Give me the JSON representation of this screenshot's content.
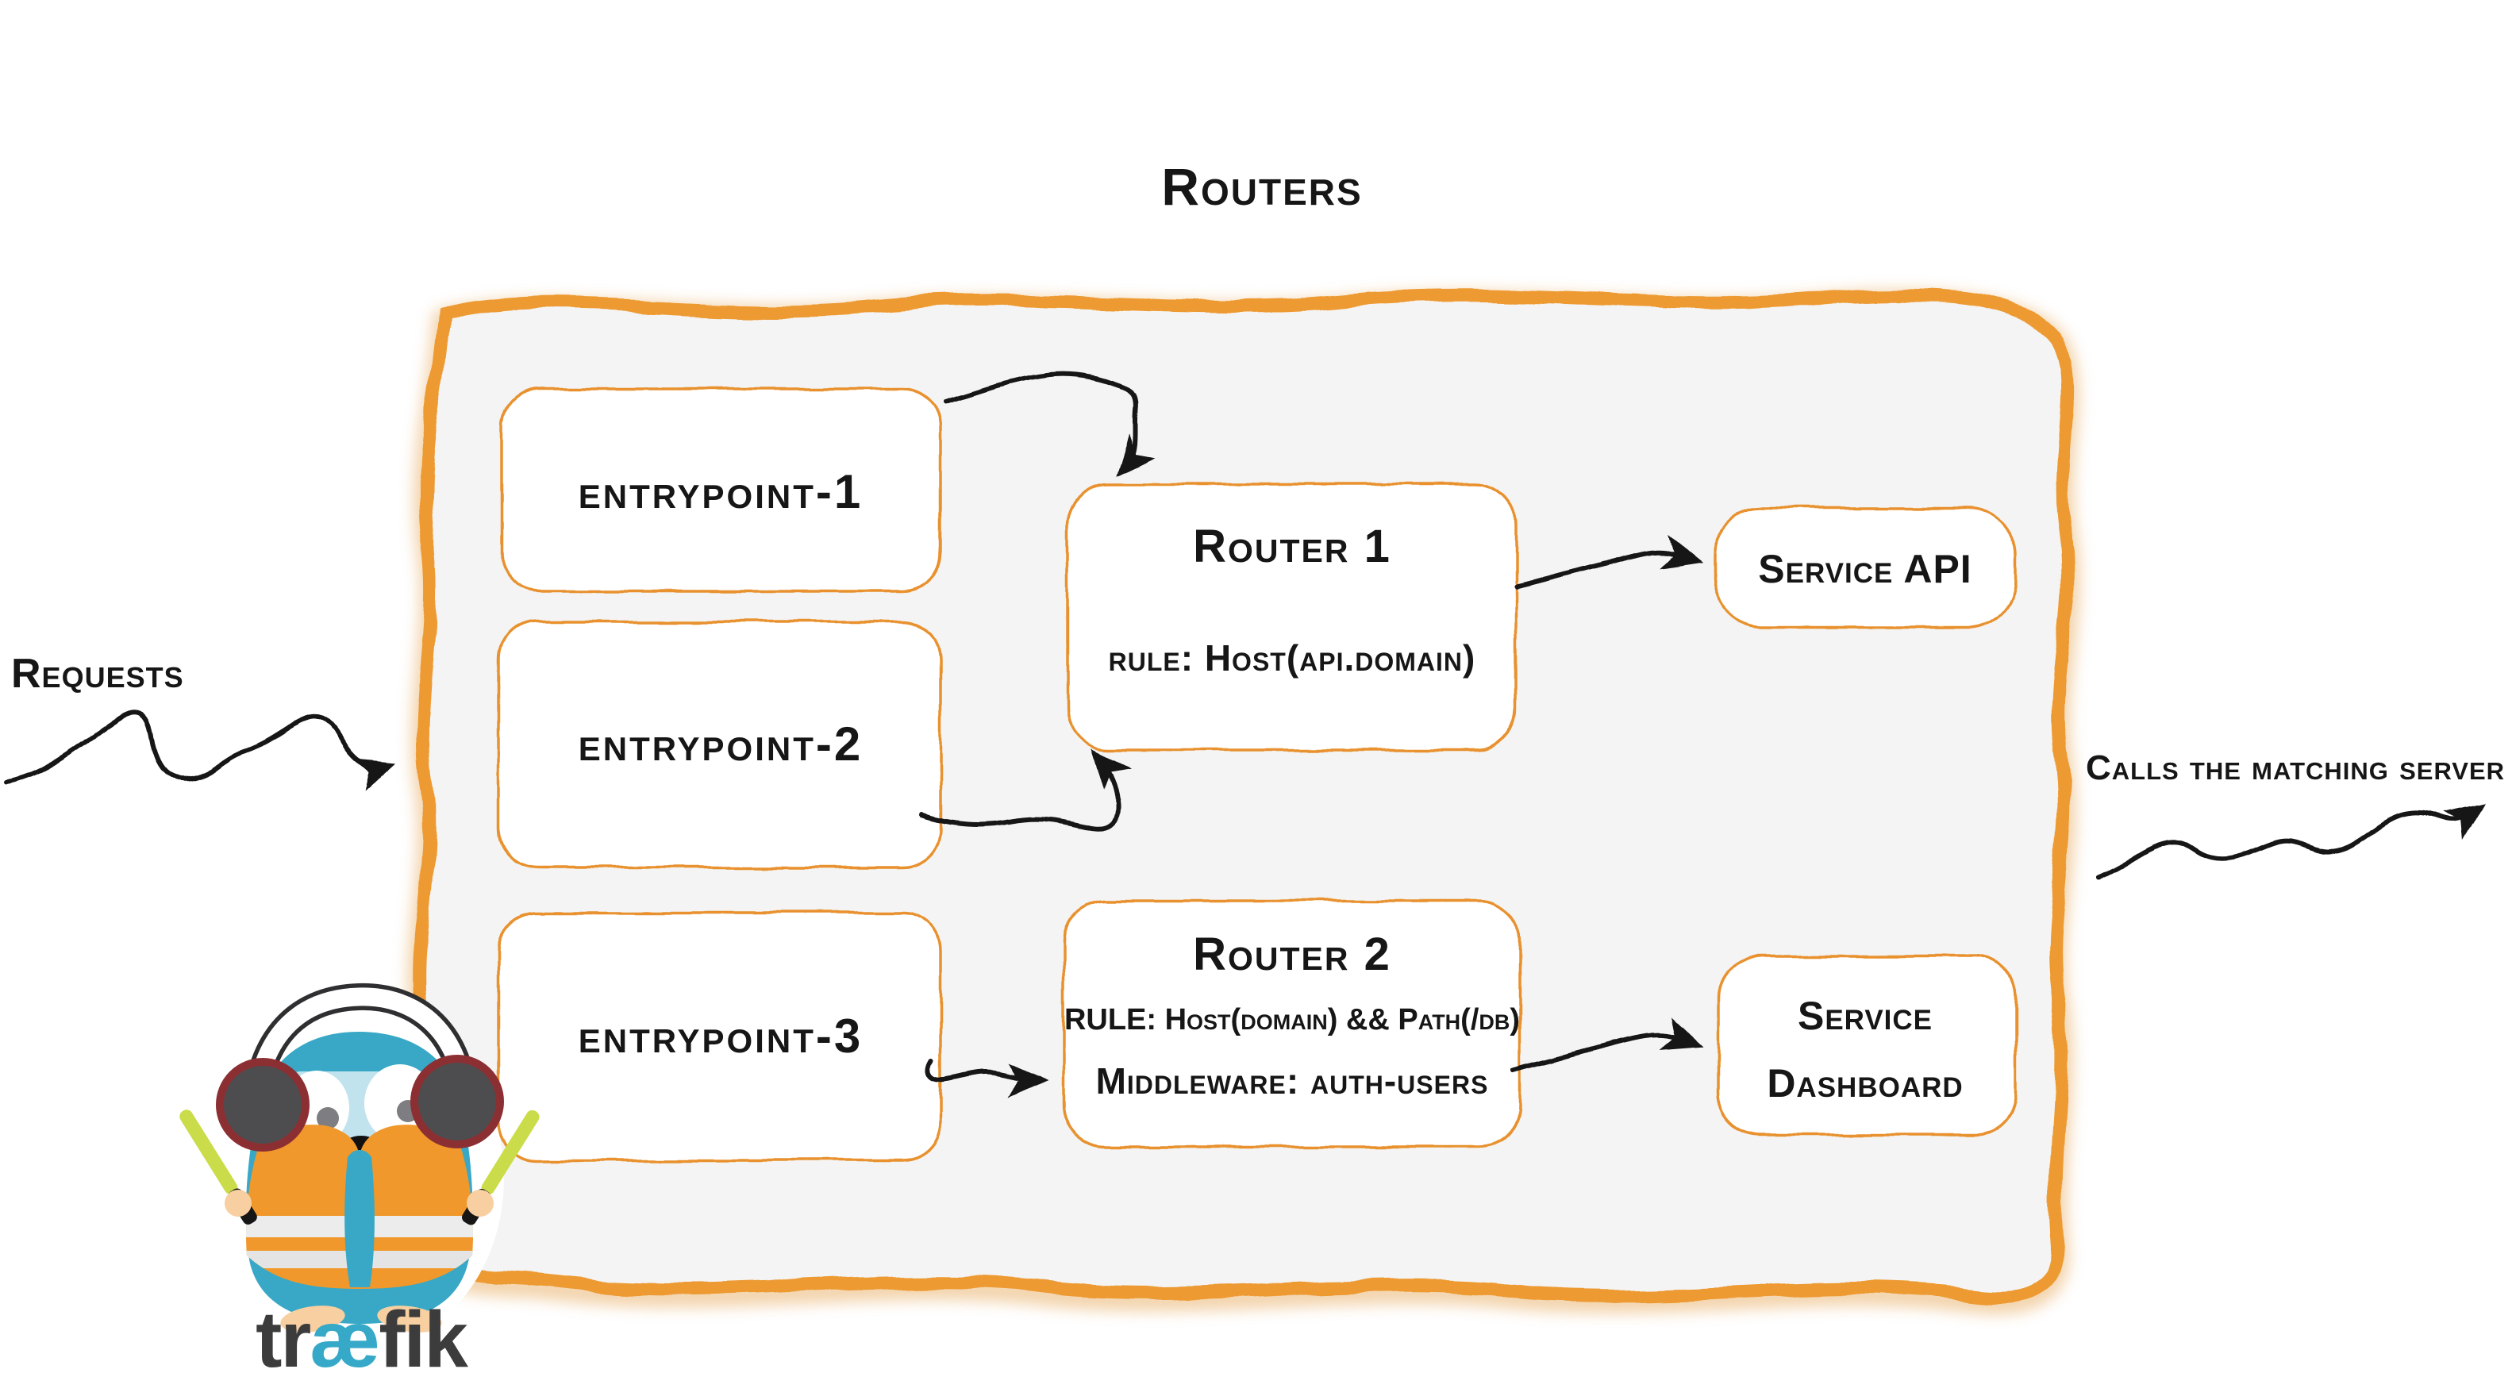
{
  "title": "Routers",
  "colors": {
    "accent_orange": "#e8912d",
    "container_fill": "#f4f4f4",
    "ink": "#161616",
    "gopher_teal": "#38a8c6",
    "vest_orange": "#f0982b",
    "baton_green": "#cadc4a",
    "logo_gray": "#3c3c3c"
  },
  "left_label": {
    "text": "Requests"
  },
  "right_label": {
    "text": "Calls the matching server"
  },
  "entrypoints": [
    {
      "label": "entrypoint-1"
    },
    {
      "label": "entrypoint-2"
    },
    {
      "label": "entrypoint-3"
    }
  ],
  "routers": [
    {
      "name": "Router 1",
      "rule": "rule: Host(api.domain)"
    },
    {
      "name": "Router 2",
      "rule": "RULE: Host(domain) && Path(/db)",
      "middleware": "Middleware: auth-users"
    }
  ],
  "services": [
    {
      "line1": "Service API"
    },
    {
      "line1": "Service",
      "line2": "Dashboard"
    }
  ],
  "logo": {
    "part1": "tr",
    "part2": "æ",
    "part3": "fik"
  }
}
